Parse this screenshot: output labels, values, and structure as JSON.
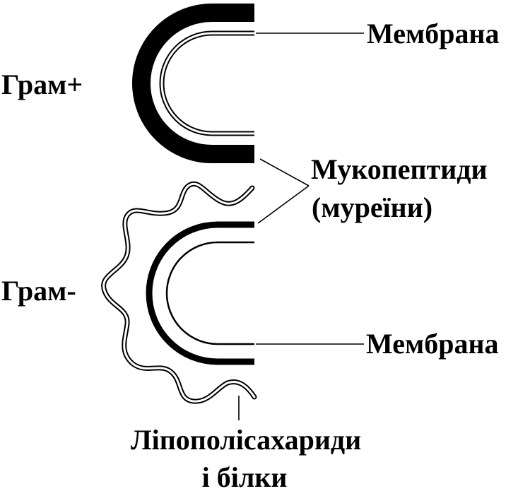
{
  "labels": {
    "gram_pos": "Грам+",
    "gram_neg": "Грам-",
    "membrane_top": "Мембрана",
    "mucopeptides_line1": "Мукопептиди",
    "mucopeptides_line2": "(муреїни)",
    "membrane_bottom": "Мембрана",
    "lps_line1": "Ліпополісахариди",
    "lps_line2": "і білки"
  },
  "colors": {
    "ink": "#000000",
    "background": "#ffffff"
  }
}
